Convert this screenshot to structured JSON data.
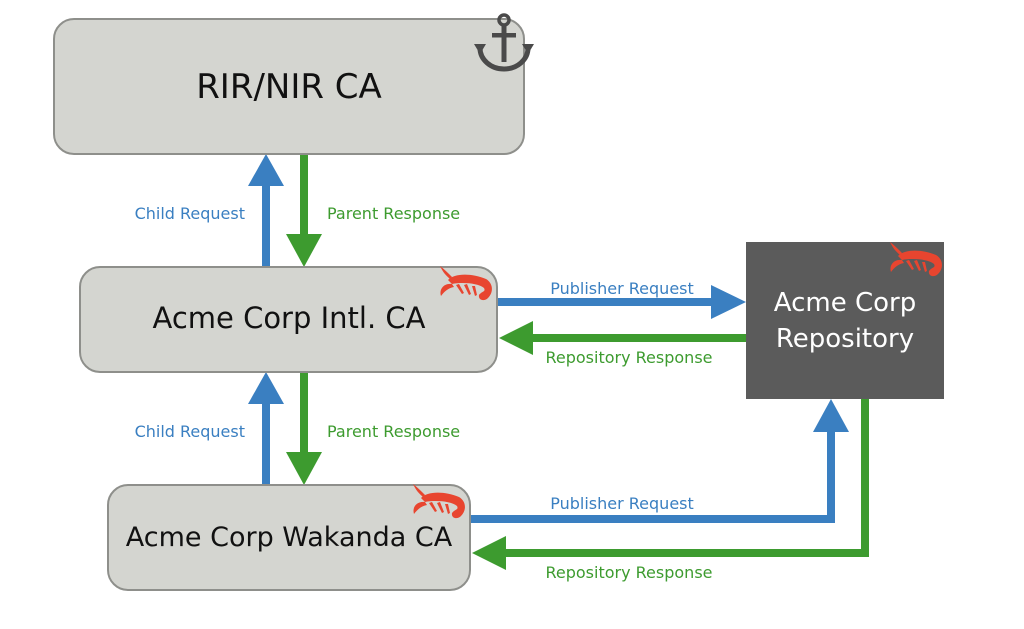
{
  "nodes": {
    "rir": {
      "label": "RIR/NIR CA",
      "icon": "anchor-icon"
    },
    "intl": {
      "label": "Acme Corp Intl. CA",
      "icon": "krill-shrimp-icon"
    },
    "wakanda": {
      "label": "Acme Corp Wakanda CA",
      "icon": "krill-shrimp-icon"
    },
    "repository": {
      "label_line1": "Acme Corp",
      "label_line2": "Repository",
      "icon": "krill-shrimp-icon"
    }
  },
  "edges": {
    "intl_child_request": "Child Request",
    "rir_parent_response": "Parent Response",
    "wakanda_child_request": "Child Request",
    "intl_parent_response": "Parent Response",
    "intl_publisher_request": "Publisher Request",
    "intl_repository_response": "Repository Response",
    "wakanda_publisher_request": "Publisher Request",
    "wakanda_repository_response": "Repository Response"
  },
  "colors": {
    "request": "#3a7fc1",
    "response": "#3d9b2f",
    "ca_box_fill": "#d4d5d0",
    "ca_box_stroke": "#8e8f8b",
    "repository_fill": "#5b5b5b",
    "repository_text": "#ffffff",
    "shrimp": "#e8452f",
    "anchor": "#4a4a4a"
  }
}
